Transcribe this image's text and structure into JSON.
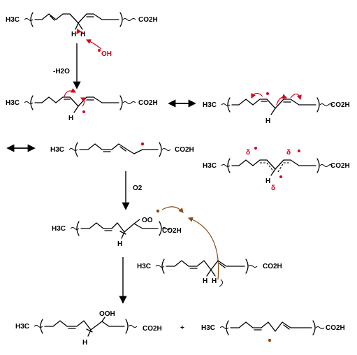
{
  "colors": {
    "radical_red": "#d9001b",
    "radical_brown": "#8a4a12",
    "bonds": "#000000"
  },
  "labels": {
    "h3c": "H3C",
    "co2h": "CO2H",
    "h": "H",
    "oh": "OH",
    "oo": "OO",
    "ooh": "OOH",
    "water_loss": "-H2O",
    "oxygen": "O2",
    "plus": "+",
    "delta": "δ"
  },
  "steps": [
    {
      "name": "hydrogen-abstraction-by-hydroxyl-radical"
    },
    {
      "name": "resonance-stabilized-pentadienyl-radical"
    },
    {
      "name": "oxygen-addition-peroxyl-radical"
    },
    {
      "name": "propagation-lipid-hydroperoxide"
    }
  ]
}
